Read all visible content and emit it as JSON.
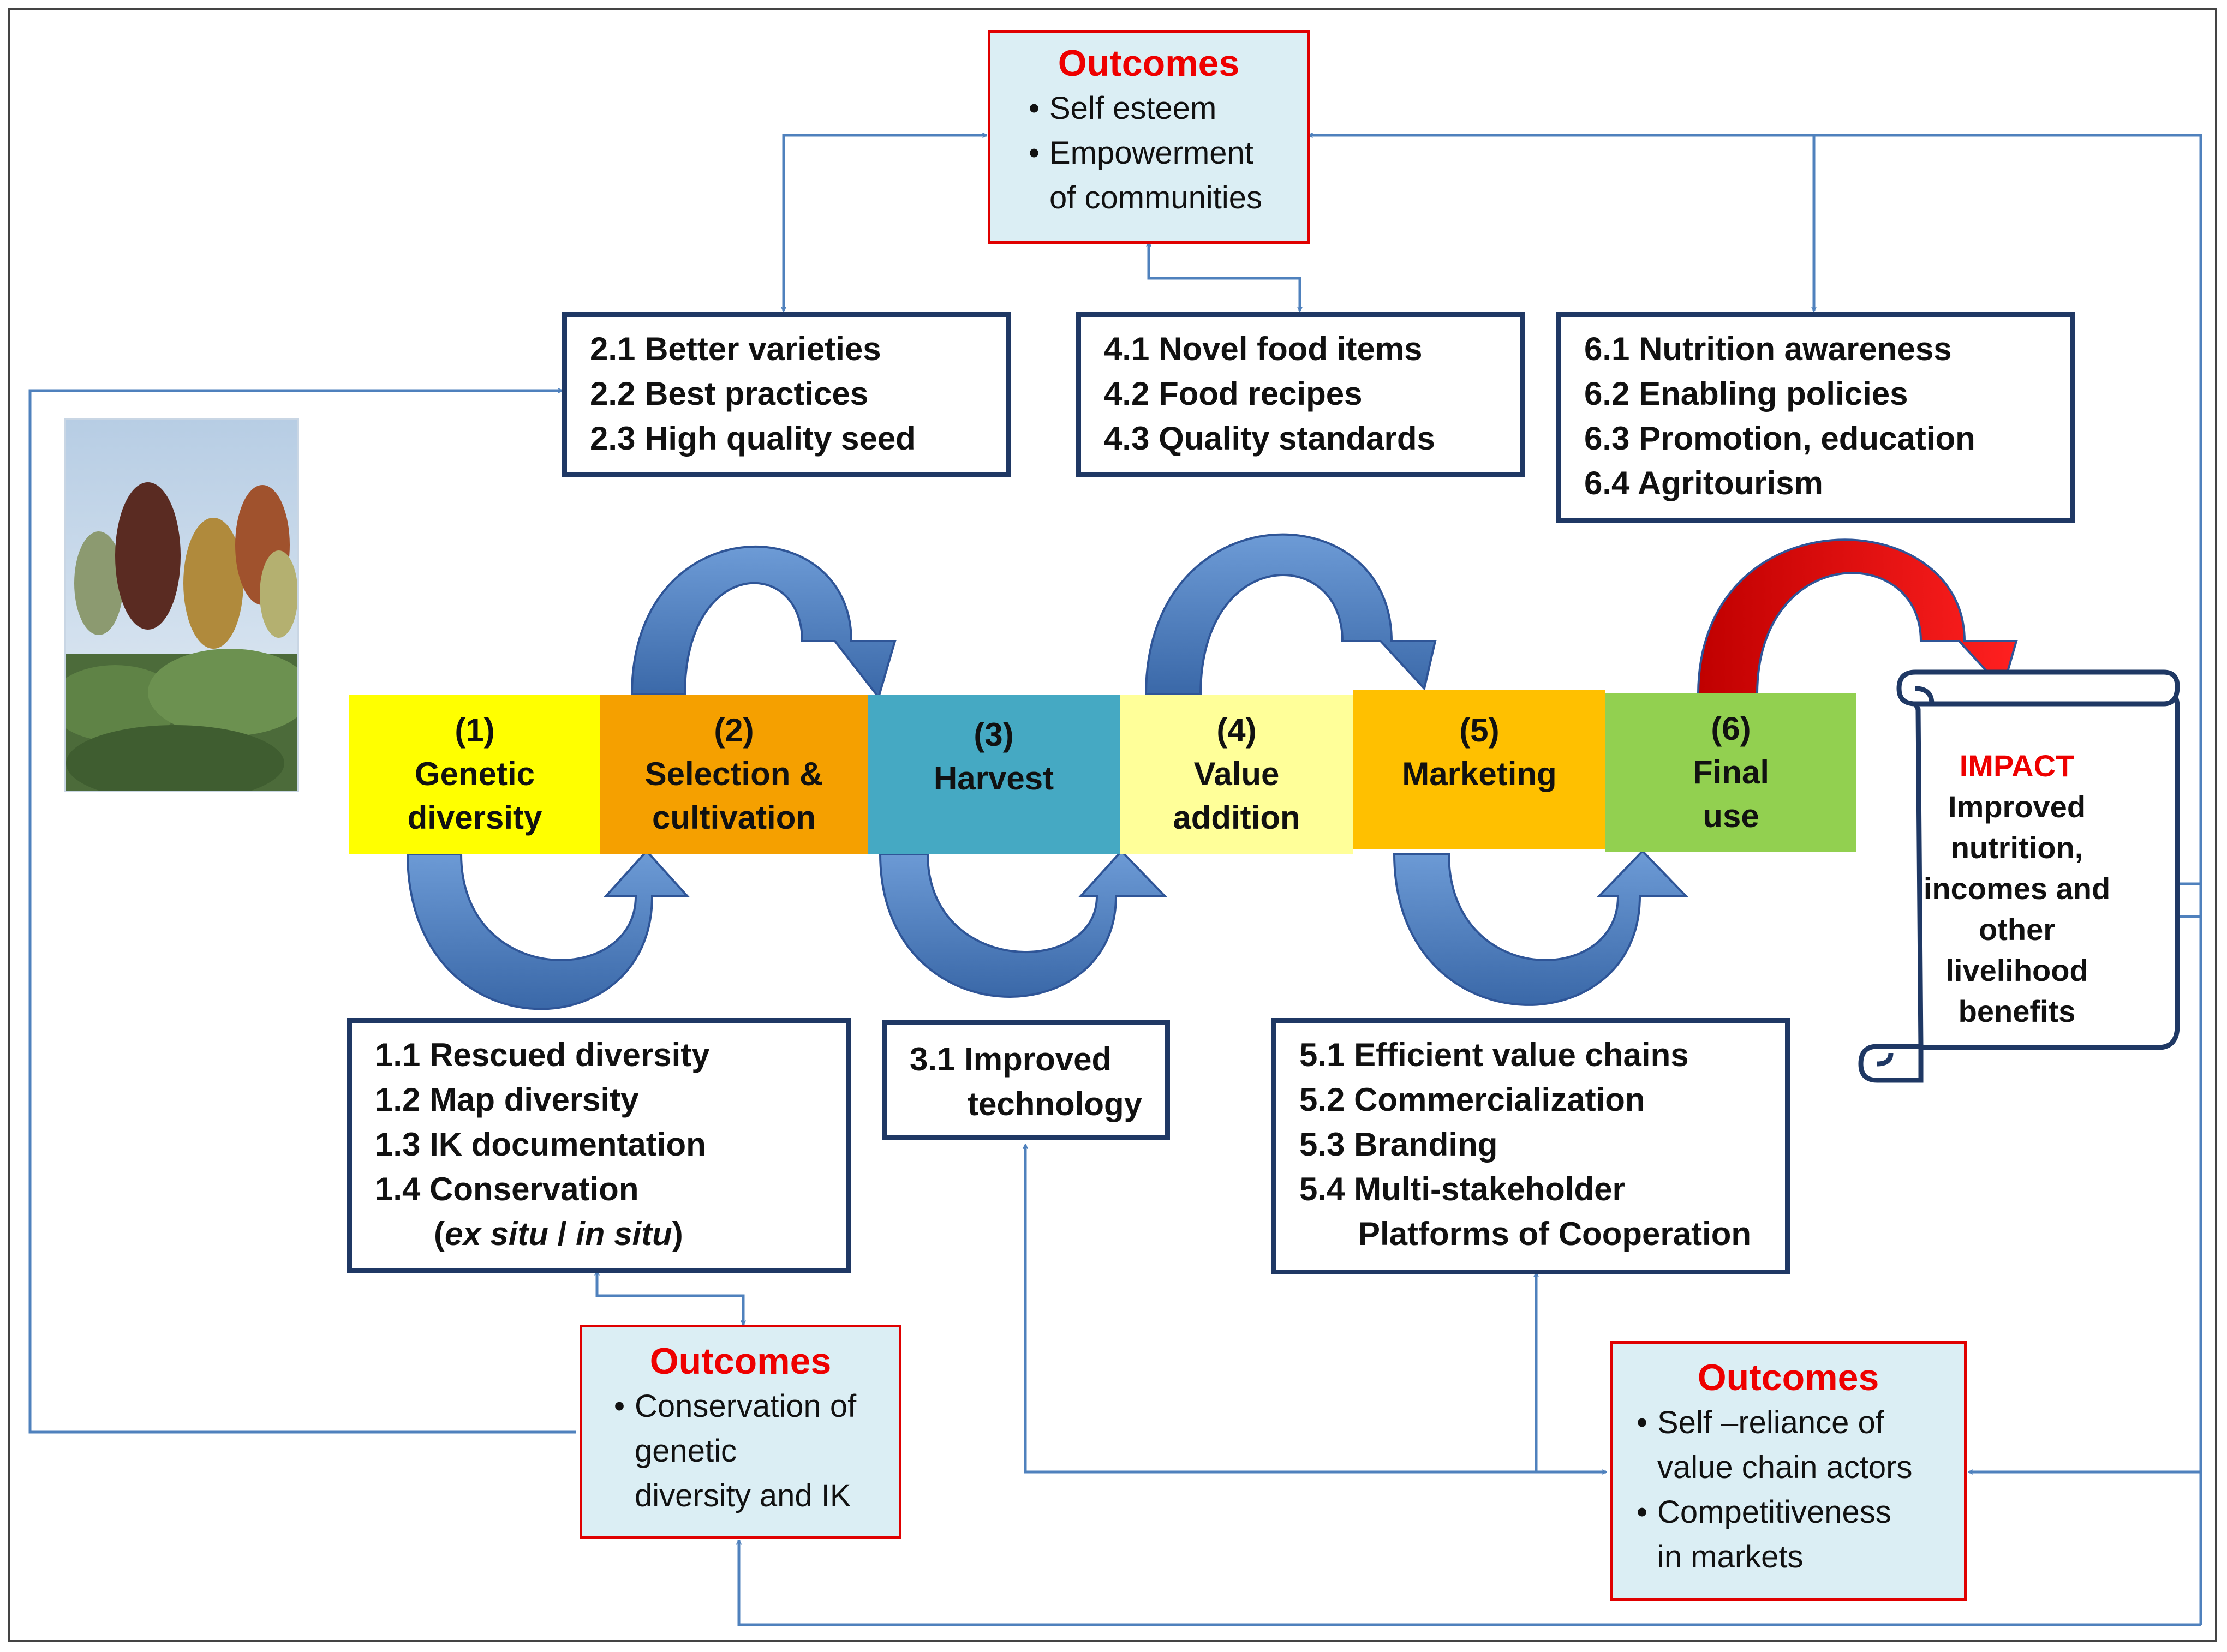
{
  "stages": [
    {
      "num": "(1)",
      "line1": "Genetic",
      "line2": "diversity",
      "color": "#ffff00"
    },
    {
      "num": "(2)",
      "line1": "Selection &",
      "line2": "cultivation",
      "color": "#f5a000"
    },
    {
      "num": "(3)",
      "line1": "Harvest",
      "line2": "",
      "color": "#45a9c3"
    },
    {
      "num": "(4)",
      "line1": "Value",
      "line2": "addition",
      "color": "#ffff99"
    },
    {
      "num": "(5)",
      "line1": "Marketing",
      "line2": "",
      "color": "#ffc000"
    },
    {
      "num": "(6)",
      "line1": "Final",
      "line2": "use",
      "color": "#92d050"
    }
  ],
  "boxes": {
    "box2": [
      "2.1 Better varieties",
      "2.2 Best practices",
      "2.3 High quality seed"
    ],
    "box4": [
      "4.1 Novel food items",
      "4.2 Food recipes",
      "4.3 Quality standards"
    ],
    "box6": [
      "6.1 Nutrition awareness",
      "6.2 Enabling policies",
      "6.3 Promotion, education",
      "6.4 Agritourism"
    ],
    "box1": {
      "l1": "1.1 Rescued diversity",
      "l2": "1.2 Map diversity",
      "l3": "1.3 IK documentation",
      "l4": "1.4 Conservation",
      "l5_open": "(",
      "l5_ex": "ex situ",
      "l5_sep": " / ",
      "l5_in": "in situ",
      "l5_close": ")"
    },
    "box3": {
      "l1": "3.1 Improved",
      "l2": "technology"
    },
    "box5": [
      "5.1 Efficient  value chains",
      "5.2 Commercialization",
      "5.3 Branding",
      "5.4 Multi-stakeholder"
    ],
    "box5_cont": "Platforms of Cooperation"
  },
  "outcomes": {
    "top": {
      "title": "Outcomes",
      "b1": "Self esteem",
      "b2a": "Empowerment",
      "b2b": "of communities"
    },
    "bottom_left": {
      "title": "Outcomes",
      "b1a": "Conservation of",
      "b1b": "genetic",
      "b1c": "diversity and IK"
    },
    "bottom_right": {
      "title": "Outcomes",
      "b1a": "Self –reliance of",
      "b1b": "value chain actors",
      "b2a": "Competitiveness",
      "b2b": "in markets"
    }
  },
  "impact": {
    "title": "IMPACT",
    "l1": "Improved",
    "l2": "nutrition,",
    "l3": "incomes and",
    "l4": "other",
    "l5": "livelihood",
    "l6": "benefits"
  },
  "bullet": "•",
  "colors": {
    "connector": "#4f81bd",
    "curve_arrow": "#4f7fc0",
    "red_arrow": "#e00000",
    "box_border": "#1f3864",
    "outcome_fill": "#dbeef4",
    "outcome_border": "#e00000"
  }
}
